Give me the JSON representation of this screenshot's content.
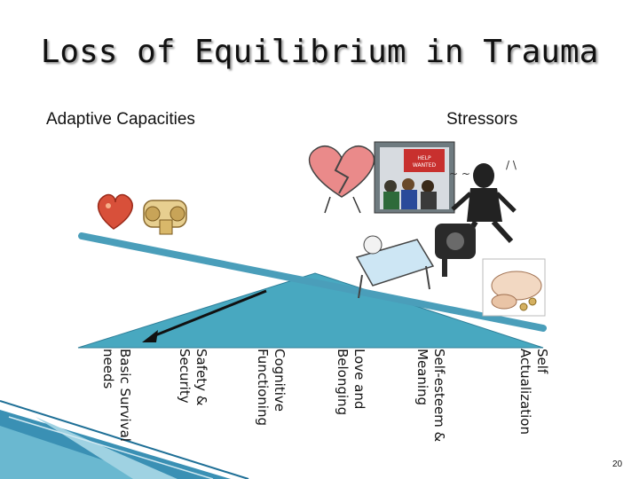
{
  "title": "Loss of Equilibrium in Trauma",
  "left_heading": "Adaptive Capacities",
  "right_heading": "Stressors",
  "pyramid_levels": [
    "Self Actualization",
    "Self-esteem & Meaning",
    "Love and Belonging",
    "Cognitive Functioning",
    "Safety & Security",
    "Basic Survival needs"
  ],
  "page_number": "20",
  "colors": {
    "triangle": "#48a8c0",
    "beam": "#4a9eba",
    "arrow": "#111111"
  },
  "clipart": {
    "left": [
      "heart-clipart",
      "safe-clipart"
    ],
    "right": [
      "broken-heart-clipart",
      "help-wanted-clipart",
      "stressed-man-clipart",
      "hospital-bed-clipart",
      "phone-clipart",
      "broken-piggy-bank-clipart"
    ]
  }
}
